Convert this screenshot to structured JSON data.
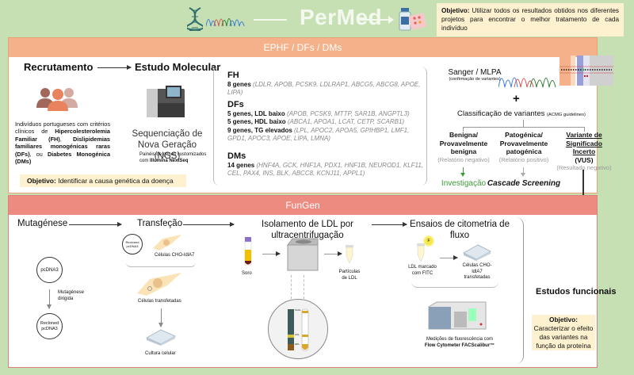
{
  "header": {
    "title": "PerMed",
    "objective_label": "Objetivo:",
    "objective_text": " Utilizar todos os resultados obtidos nos diferentes projetos para encontrar o melhor tratamento de cada indivíduo",
    "icons": [
      "dna-icon",
      "chromatogram-icon",
      "medicine-icon"
    ]
  },
  "ephf": {
    "header": "EPHF / DFs / DMs",
    "recruitment": {
      "title": "Recrutamento",
      "desc_plain1": "Indivíduos portugueses com critérios clínicos de ",
      "desc_bold1": "Hipercolesterolemia Familiar (FH)",
      "desc_plain2": ", ",
      "desc_bold2": "Dislipidemias familiares monogénicas raras (DFs)",
      "desc_plain3": ", ou ",
      "desc_bold3": "Diabetes Monogénica (DMs)"
    },
    "molecular": {
      "title": "Estudo Molecular",
      "ngs_title_line1": "Sequenciação de",
      "ngs_title_line2": "Nova Geração (NGS)",
      "panel_line1": "Painéis de genes customizados",
      "panel_line2_plain": "com ",
      "panel_line2_bold": "Illumina NextSeq"
    },
    "objective_label": "Objetivo:",
    "objective_text": " Identificar a causa genética da doença",
    "genes": {
      "fh": {
        "title": "FH",
        "rows": [
          {
            "label": "8 genes",
            "genes": "(LDLR, APOB, PCSK9, LDLRAP1, ABCG5, ABCG8, APOE, LIPA)"
          }
        ]
      },
      "dfs": {
        "title": "DFs",
        "rows": [
          {
            "label": "5 genes, LDL baixo",
            "genes": "(APOB, PCSK9, MTTP, SAR1B, ANGPTL3)"
          },
          {
            "label": "5 genes, HDL baixo",
            "genes": "(ABCA1, APOA1, LCAT, CETP, SCARB1)"
          },
          {
            "label": "9 genes, TG elevados",
            "genes": "(LPL, APOC2, APOA5, GPIHBP1, LMF1, GPD1, APOC3, APOE, LIPA, LMNA)"
          }
        ]
      },
      "dms": {
        "title": "DMs",
        "rows": [
          {
            "label": "14 genes",
            "genes": "(HNF4A, GCK, HNF1A, PDX1, HNF1B, NEUROD1, KLF11, CEL, PAX4, INS, BLK, ABCC8, KCNJ11, APPL1)"
          }
        ]
      }
    },
    "sanger": {
      "title": "Sanger / MLPA",
      "subtitle": "(confirmação de variantes)"
    },
    "plus": "+",
    "classification": {
      "title": "Classificação de variantes",
      "suffix": "(ACMG guidelines)"
    },
    "classes": [
      {
        "line1": "Benigna/",
        "line2": "Provavelmente",
        "line3": "benigna",
        "report": "(Relatório negativo)",
        "outcome": "Investigação"
      },
      {
        "line1": "Patogénica/",
        "line2": "Provavelmente",
        "line3": "patogénica",
        "report": "(Relatório positivo)",
        "outcome": "Cascade Screening"
      },
      {
        "line1": "Variante de",
        "line2": "Significado Incerto",
        "line3": "(VUS)",
        "report": "(Resultado negativo)",
        "outcome": ""
      }
    ]
  },
  "fungen": {
    "header": "FunGen",
    "steps": {
      "mutagenesis": "Mutagénese",
      "transfection": "Transfeção",
      "isolation_line1": "Isolamento de LDL por",
      "isolation_line2": "ultracentrifugação",
      "cytometry_line1": "Ensaios de citometria de",
      "cytometry_line2": "fluxo"
    },
    "labels": {
      "pcdna3": "pcDNA3",
      "recloned_line1": "Recloned",
      "recloned_line2": "pcDNA3",
      "site_directed_line1": "Mutagénese",
      "site_directed_line2": "dirigida",
      "cho_cells": "Células CHO-ldlA7",
      "transfected_cells": "Células transfetadas",
      "cell_culture": "Cultura celular",
      "serum": "Soro",
      "ldl_particles_line1": "Partículas",
      "ldl_particles_line2": "de LDL",
      "tube_labels": [
        "VLDL",
        "LDL",
        "HDL"
      ],
      "ldl_fitc_line1": "LDL marcado",
      "ldl_fitc_line2": "com FITC",
      "cho_transfected_line1": "Células CHO-",
      "cho_transfected_line2": "ldlA7",
      "cho_transfected_line3": "transfetadas",
      "fluorescence_line1": "Medições de fluorescência com",
      "fluorescence_line2": "Flow Cytometer FACScalibur™",
      "fitc_badge": "F"
    },
    "functional_studies": "Estudos funcionais",
    "objective_label": "Objetivo:",
    "objective_text": " Caracterizar o efeito das variantes na função da proteína"
  },
  "colors": {
    "background": "#c6e0b4",
    "ephf_header": "#f4b18a",
    "fungen_header": "#ee8b80",
    "objective_box": "#fdf1cf",
    "investigation_green": "#3b9a3b"
  }
}
